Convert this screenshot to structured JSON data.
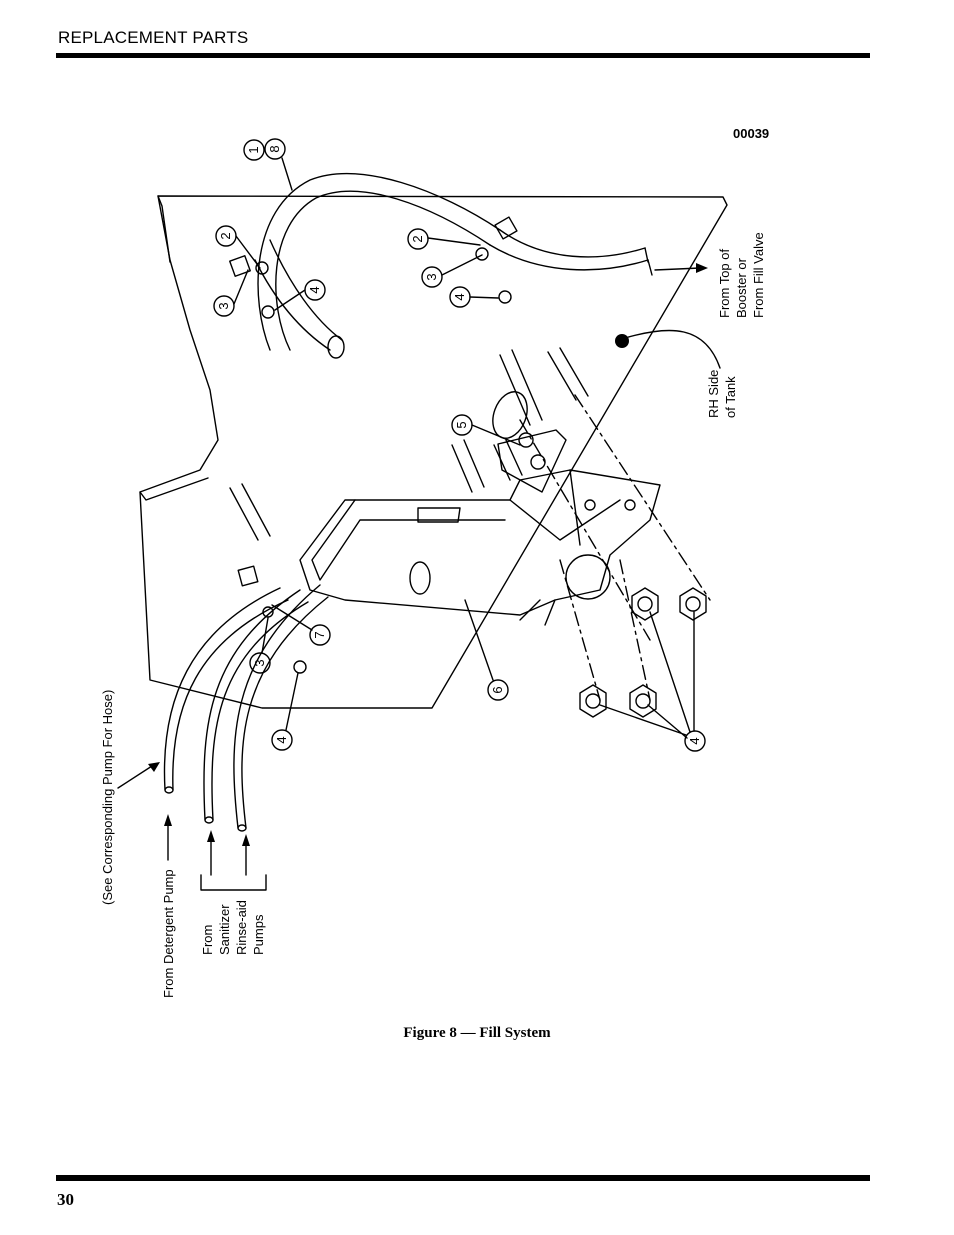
{
  "header": {
    "title": "REPLACEMENT PARTS"
  },
  "footer": {
    "page_number": "30"
  },
  "figure": {
    "caption": "Figure 8 — Fill System",
    "drawing_number": "00039"
  },
  "labels": {
    "from_top_of_booster": [
      "From Top of",
      "Booster or",
      "From Fill Valve"
    ],
    "rh_side_of_tank": [
      "RH Side",
      "of Tank"
    ],
    "see_corresponding_pump": "(See Corresponding Pump For Hose)",
    "from_detergent_pump": "From Detergent Pump",
    "from_sanitizer_pumps": [
      "From",
      "Sanitizer",
      "Rinse-aid",
      "Pumps"
    ]
  },
  "callouts": {
    "c1": "1",
    "c8": "8",
    "c2a": "2",
    "c3a": "3",
    "c4a": "4",
    "c2b": "2",
    "c3b": "3",
    "c4b": "4",
    "c5": "5",
    "c6": "6",
    "c7": "7",
    "c3c": "3",
    "c4c": "4",
    "c4d": "4"
  }
}
